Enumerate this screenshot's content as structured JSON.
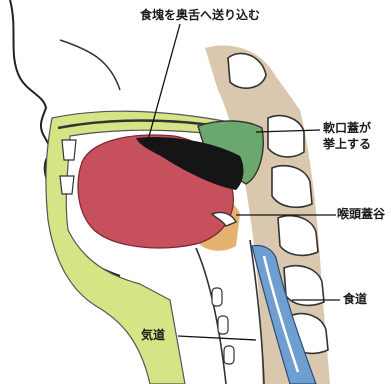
{
  "labels": {
    "swallow": "食塊を奥舌へ送り込む",
    "soft_palate_line1": "軟口蓋が",
    "soft_palate_line2": "挙上する",
    "vallecula": "喉頭蓋谷",
    "esophagus": "食道",
    "trachea": "気道"
  },
  "colors": {
    "bolus": "#c6505c",
    "tongue_dark": "#151515",
    "soft_palate": "#6aa86e",
    "palate_yellow": "#d6e486",
    "esophagus_blue": "#6f9fd0",
    "spine_brown": "#9d7a4a",
    "pharynx_orange": "#e0a458"
  }
}
